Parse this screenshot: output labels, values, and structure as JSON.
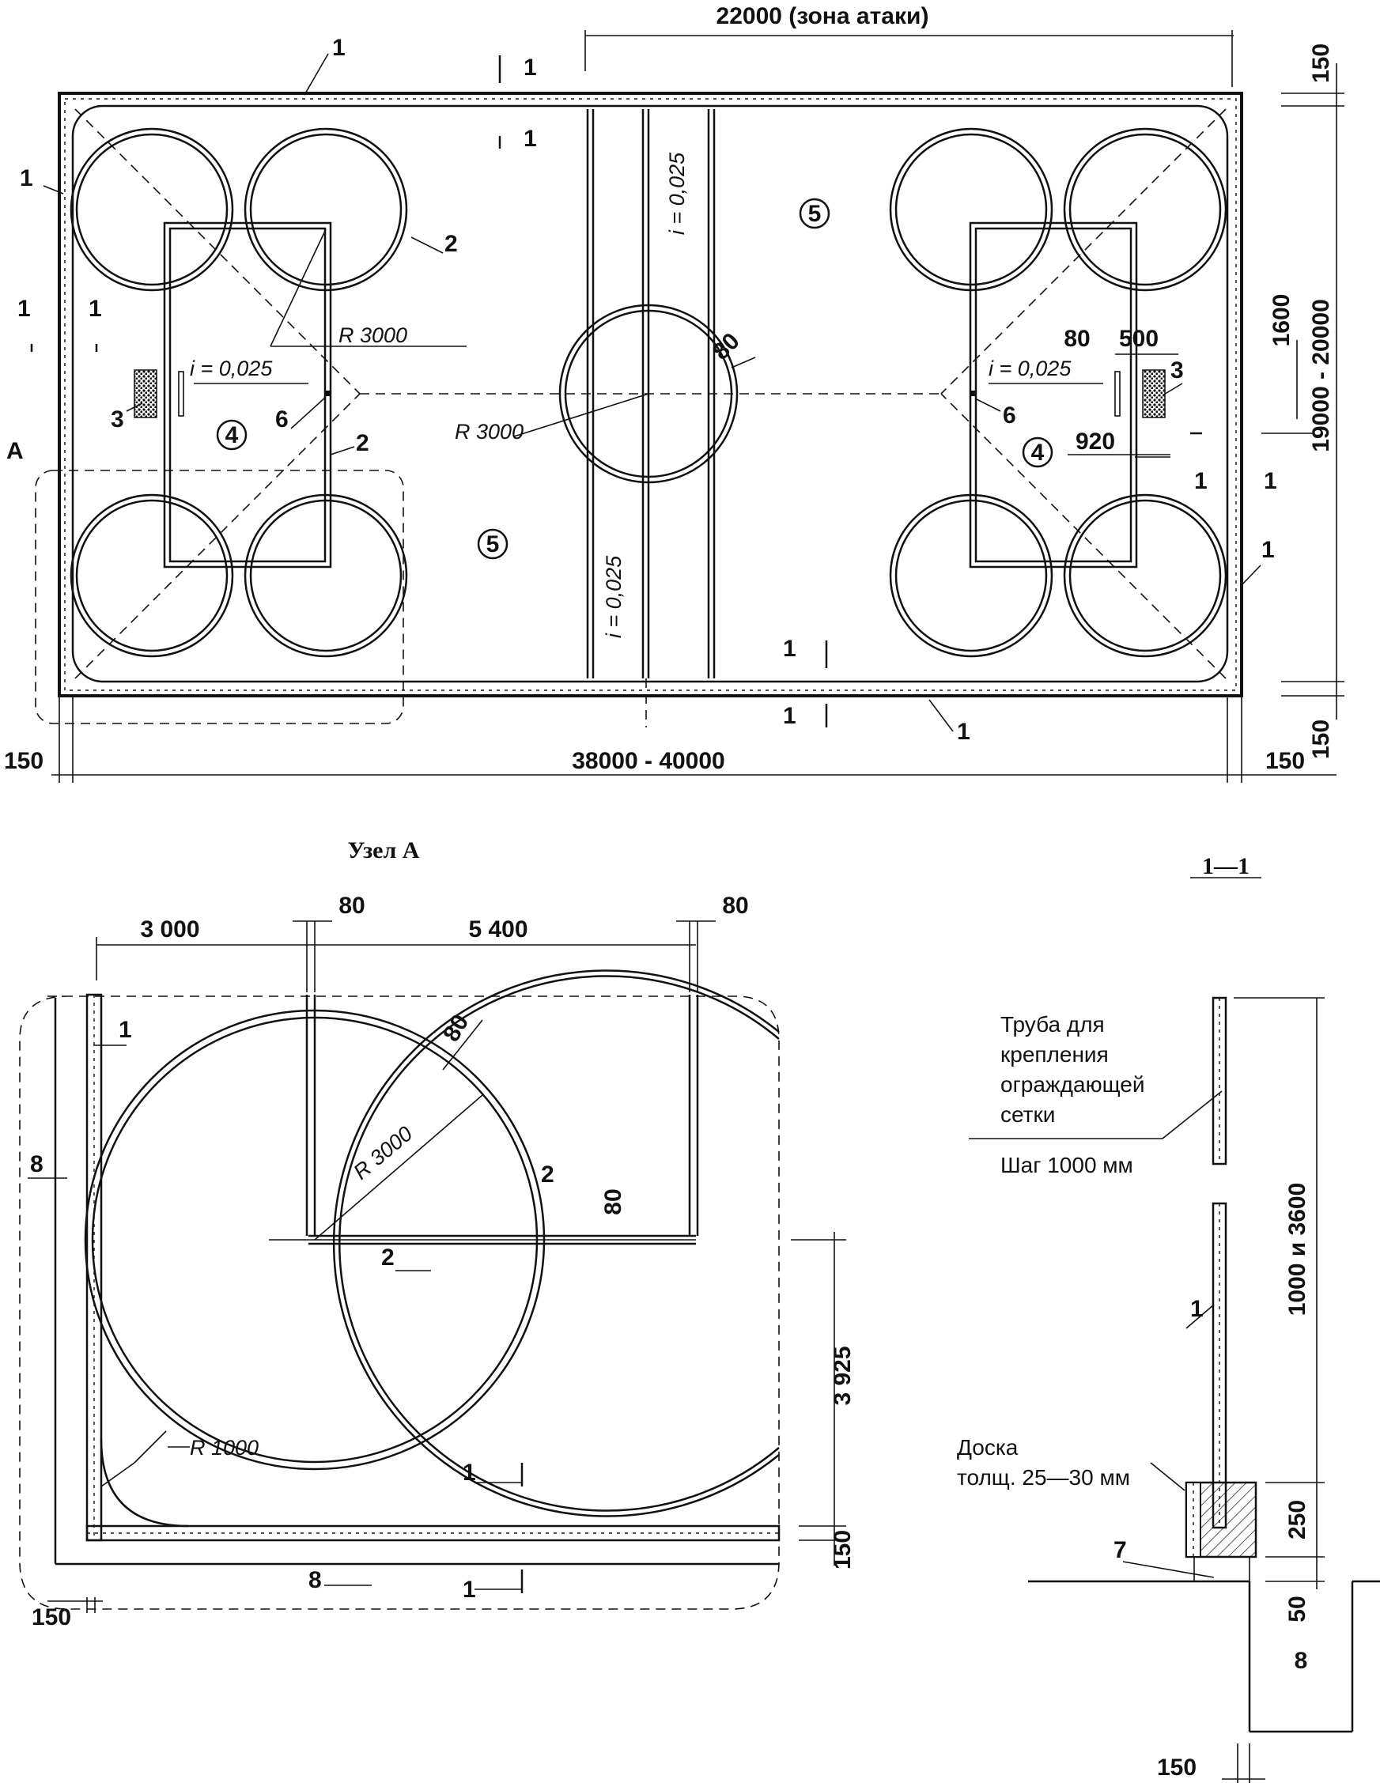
{
  "plan": {
    "dim_attack_zone": "22000 (зона атаки)",
    "dim_length": "38000 - 40000",
    "dim_width": "19000 - 20000",
    "dim_margin": "150",
    "dim_1600": "1600",
    "dim_80": "80",
    "dim_500": "500",
    "dim_920": "920",
    "radius_label": "R 3000",
    "slope_label": "i = 0,025",
    "callout_1": "1",
    "callout_2": "2",
    "callout_3": "3",
    "callout_6": "6",
    "node_label": "А",
    "zone_4": "4",
    "zone_5": "5",
    "section_mark": "1"
  },
  "node_a": {
    "title": "Узел А",
    "dim_3000": "3 000",
    "dim_5400": "5 400",
    "dim_80": "80",
    "dim_3925": "3 925",
    "dim_150": "150",
    "radius_3000": "R 3000",
    "radius_1000": "R 1000",
    "callout_1": "1",
    "callout_2": "2",
    "callout_8": "8",
    "section_mark": "1"
  },
  "section": {
    "title": "1—1",
    "pipe_note": [
      "Труба для",
      "крепления",
      "ограждающей",
      "сетки"
    ],
    "pipe_step": "Шаг 1000 мм",
    "board_note": [
      "Доска",
      "толщ. 25—30 мм"
    ],
    "dim_height": "1000 и 3600",
    "dim_250": "250",
    "dim_50": "50",
    "dim_150": "150",
    "callout_1": "1",
    "callout_7": "7",
    "callout_8": "8"
  }
}
